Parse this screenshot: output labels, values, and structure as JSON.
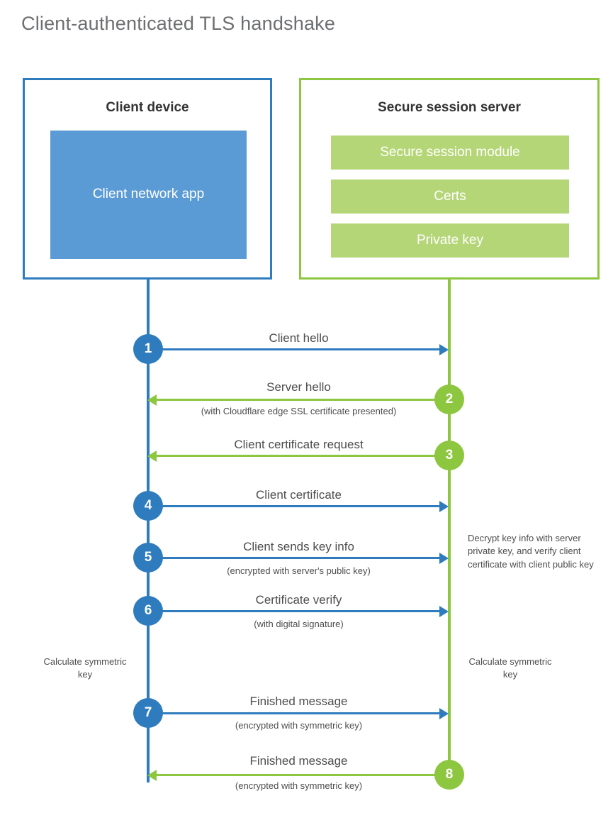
{
  "title": "Client-authenticated TLS handshake",
  "colors": {
    "blue": "#2e7cbd",
    "green": "#8dc63f",
    "app_fill": "#5b9bd5",
    "module_fill": "#b5d677",
    "title_text": "#6d6e71",
    "body_text": "#4d4d4d"
  },
  "parties": {
    "client": {
      "title": "Client device",
      "blocks": [
        "Client network app"
      ]
    },
    "server": {
      "title": "Secure session server",
      "blocks": [
        "Secure session module",
        "Certs",
        "Private key"
      ]
    }
  },
  "steps": [
    {
      "number": "1",
      "label": "Client hello",
      "sublabel": "",
      "direction": "right",
      "color": "blue"
    },
    {
      "number": "2",
      "label": "Server hello",
      "sublabel": "(with Cloudflare edge SSL certificate presented)",
      "direction": "left",
      "color": "green"
    },
    {
      "number": "3",
      "label": "Client certificate request",
      "sublabel": "",
      "direction": "left",
      "color": "green"
    },
    {
      "number": "4",
      "label": "Client certificate",
      "sublabel": "",
      "direction": "right",
      "color": "blue"
    },
    {
      "number": "5",
      "label": "Client sends key info",
      "sublabel": "(encrypted with server's public key)",
      "direction": "right",
      "color": "blue"
    },
    {
      "number": "6",
      "label": "Certificate verify",
      "sublabel": "(with digital signature)",
      "direction": "right",
      "color": "blue"
    },
    {
      "number": "7",
      "label": "Finished message",
      "sublabel": "(encrypted with symmetric key)",
      "direction": "right",
      "color": "blue"
    },
    {
      "number": "8",
      "label": "Finished message",
      "sublabel": "(encrypted with symmetric key)",
      "direction": "left",
      "color": "green"
    }
  ],
  "annotations": {
    "server_decrypt": "Decrypt key info with server private key, and verify client certificate with client public key",
    "client_calculate": "Calculate symmetric key",
    "server_calculate": "Calculate symmetric key"
  }
}
